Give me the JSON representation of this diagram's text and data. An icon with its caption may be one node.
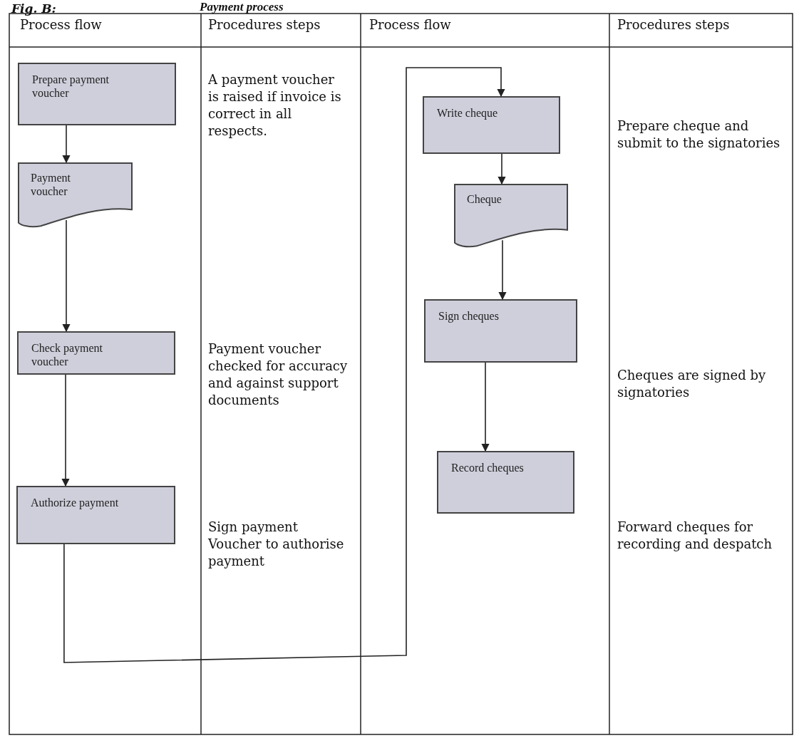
{
  "diagram": {
    "title": "Payment process",
    "nodes": [
      {
        "text": [
          "Prepare payment voucher"
        ]
      },
      {
        "text": [
          "Payment voucher"
        ]
      },
      {
        "text": [
          "Check payment voucher"
        ]
      },
      {
        "text": [
          "Authorize payment"
        ]
      },
      {
        "text": [
          "Write cheque"
        ]
      },
      {
        "text": [
          "Cheque"
        ]
      },
      {
        "text": [
          "Sign cheques"
        ]
      },
      {
        "text": [
          "Record cheques"
        ]
      }
    ],
    "edges": [
      {
        "from": 0,
        "to": 1,
        "arrow": "to"
      },
      {
        "from": 1,
        "to": 2,
        "arrow": "to"
      },
      {
        "from": 2,
        "to": 3,
        "arrow": "to"
      },
      {
        "from": 3,
        "to": 4,
        "arrow": "to"
      },
      {
        "from": 4,
        "to": 5,
        "arrow": "to"
      },
      {
        "from": 5,
        "to": 6,
        "arrow": "to"
      },
      {
        "from": 6,
        "to": 7,
        "arrow": "to"
      }
    ],
    "labels": [
      "Fig. B:",
      "Process flow",
      "Procedures steps",
      "Process flow",
      "Procedures steps",
      "A payment voucher is raised if invoice is correct in all respects.",
      "Prepare cheque and submit to the signatories",
      "Payment voucher checked for accuracy and against support documents",
      "Cheques are signed by signatories",
      "Sign payment Voucher to authorise payment",
      "Forward cheques for recording and despatch"
    ]
  }
}
